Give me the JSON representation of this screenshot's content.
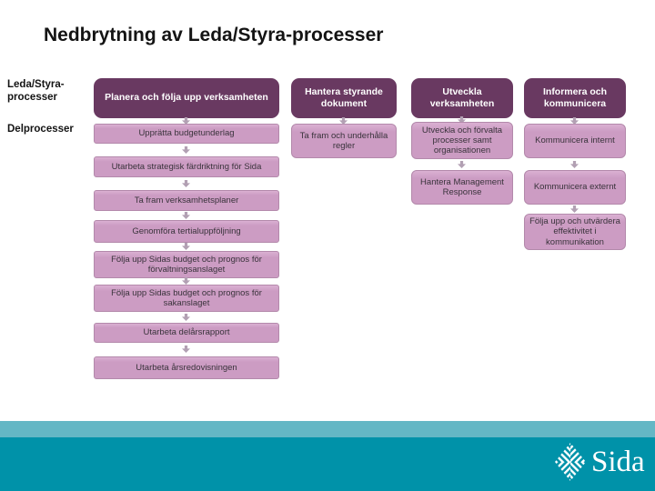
{
  "slide": {
    "title": "Nedbrytning av Leda/Styra-processer"
  },
  "row_labels": {
    "processes": "Leda/Styra-processer",
    "subprocesses": "Delprocesser"
  },
  "columns": [
    {
      "header": "Planera och följa upp verksamheten",
      "subs": [
        "Upprätta budgetunderlag",
        "Utarbeta strategisk färdriktning för Sida",
        "Ta fram verksamhetsplaner",
        "Genomföra tertialuppföljning",
        "Följa upp Sidas budget och prognos för förvaltningsanslaget",
        "Följa upp Sidas budget och prognos för sakanslaget",
        "Utarbeta delårsrapport",
        "Utarbeta årsredovisningen"
      ]
    },
    {
      "header": "Hantera styrande dokument",
      "subs": [
        "Ta fram och underhålla regler"
      ]
    },
    {
      "header": "Utveckla verksamheten",
      "subs": [
        "Utveckla och förvalta processer samt organisationen",
        "Hantera Management Response"
      ]
    },
    {
      "header": "Informera och kommunicera",
      "subs": [
        "Kommunicera internt",
        "Kommunicera externt",
        "Följa upp och utvärdera effektivitet i kommunikation"
      ]
    }
  ],
  "footer": {
    "logo_text": "Sida"
  },
  "colors": {
    "header_bg": "#693961",
    "sub_bg": "#cc9cc3",
    "sub_border": "#b389ab",
    "arrow": "#b2a0b3",
    "band_light": "#64b7c5",
    "band_dark": "#0092a9"
  }
}
